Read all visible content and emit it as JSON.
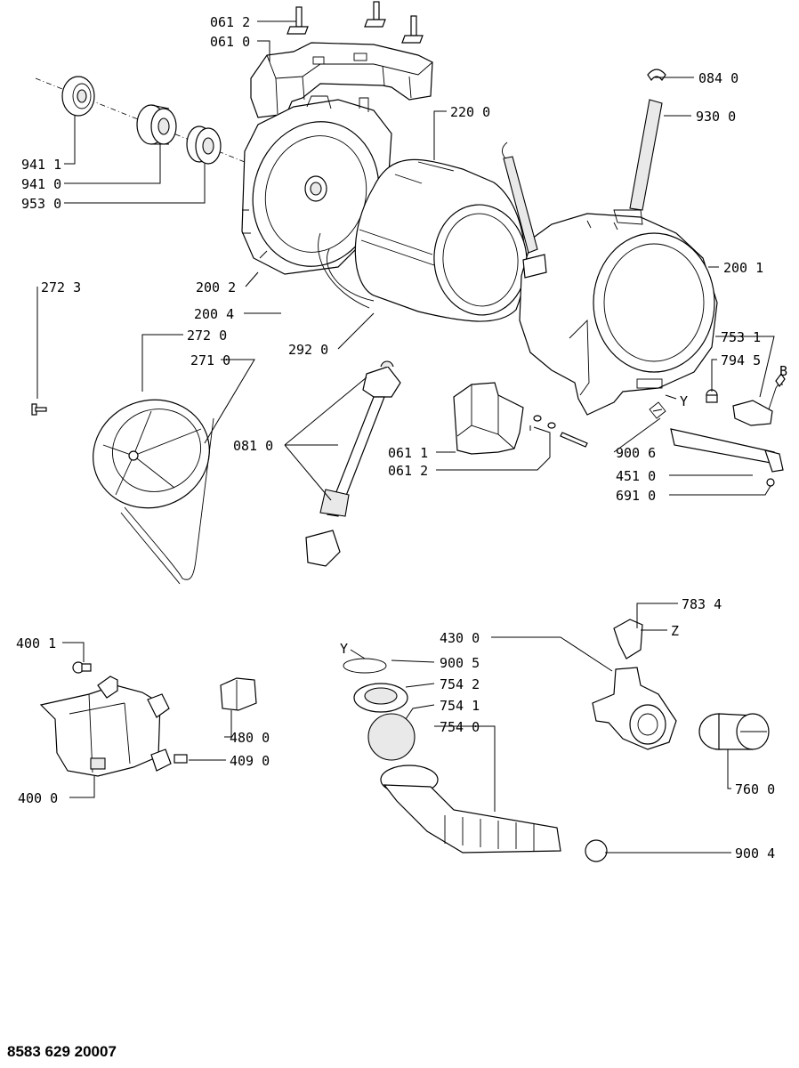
{
  "footer_code": "8583 629 20007",
  "callouts": [
    {
      "id": "c0612a",
      "text": "061 2"
    },
    {
      "id": "c0610a",
      "text": "061 0"
    },
    {
      "id": "c0840",
      "text": "084 0"
    },
    {
      "id": "c2200",
      "text": "220 0"
    },
    {
      "id": "c9300",
      "text": "930 0"
    },
    {
      "id": "c9411",
      "text": "941 1"
    },
    {
      "id": "c9410",
      "text": "941 0"
    },
    {
      "id": "c9530",
      "text": "953 0"
    },
    {
      "id": "c2001",
      "text": "200 1"
    },
    {
      "id": "c2723",
      "text": "272 3"
    },
    {
      "id": "c2002",
      "text": "200 2"
    },
    {
      "id": "c2004",
      "text": "200 4"
    },
    {
      "id": "c2720",
      "text": "272 0"
    },
    {
      "id": "c2710",
      "text": "271 0"
    },
    {
      "id": "c2920",
      "text": "292 0"
    },
    {
      "id": "c7531",
      "text": "753 1"
    },
    {
      "id": "c7945",
      "text": "794 5"
    },
    {
      "id": "cB",
      "text": "B"
    },
    {
      "id": "cY1",
      "text": "Y"
    },
    {
      "id": "c0810",
      "text": "081 0"
    },
    {
      "id": "c0611",
      "text": "061 1"
    },
    {
      "id": "c0612b",
      "text": "061 2"
    },
    {
      "id": "c9006",
      "text": "900 6"
    },
    {
      "id": "c4510",
      "text": "451 0"
    },
    {
      "id": "c6910",
      "text": "691 0"
    },
    {
      "id": "c7834",
      "text": "783 4"
    },
    {
      "id": "cZ",
      "text": "Z"
    },
    {
      "id": "c4001",
      "text": "400 1"
    },
    {
      "id": "c4300",
      "text": "430 0"
    },
    {
      "id": "cY2",
      "text": "Y"
    },
    {
      "id": "c9005",
      "text": "900 5"
    },
    {
      "id": "c7542",
      "text": "754 2"
    },
    {
      "id": "c7541",
      "text": "754 1"
    },
    {
      "id": "c7540",
      "text": "754 0"
    },
    {
      "id": "c4800",
      "text": "480 0"
    },
    {
      "id": "c4090",
      "text": "409 0"
    },
    {
      "id": "c4000",
      "text": "400 0"
    },
    {
      "id": "c7600",
      "text": "760 0"
    },
    {
      "id": "c9004",
      "text": "900 4"
    }
  ]
}
